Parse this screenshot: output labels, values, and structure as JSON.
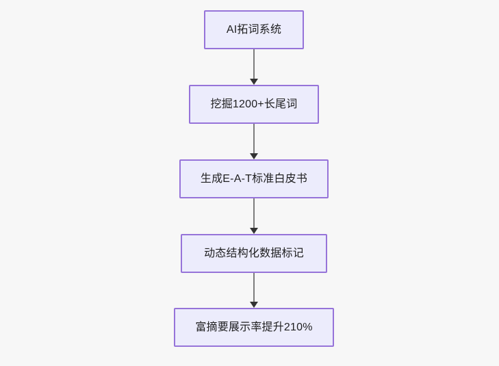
{
  "diagram": {
    "type": "flowchart",
    "direction": "top-to-bottom",
    "background_color": "#f7f7f7",
    "node_fill_color": "#ececfc",
    "node_border_color": "#9673d9",
    "node_text_color": "#1f1f20",
    "edge_color": "#7c7c7c",
    "arrowhead_color": "#333333",
    "nodes": [
      {
        "id": "n1",
        "label": "AI拓词系统"
      },
      {
        "id": "n2",
        "label": "挖掘1200+长尾词"
      },
      {
        "id": "n3",
        "label": "生成E-A-T标准白皮书"
      },
      {
        "id": "n4",
        "label": "动态结构化数据标记"
      },
      {
        "id": "n5",
        "label": "富摘要展示率提升210%"
      }
    ],
    "edges": [
      {
        "from": "n1",
        "to": "n2",
        "label": ""
      },
      {
        "from": "n2",
        "to": "n3",
        "label": ""
      },
      {
        "from": "n3",
        "to": "n4",
        "label": ""
      },
      {
        "from": "n4",
        "to": "n5",
        "label": ""
      }
    ]
  }
}
